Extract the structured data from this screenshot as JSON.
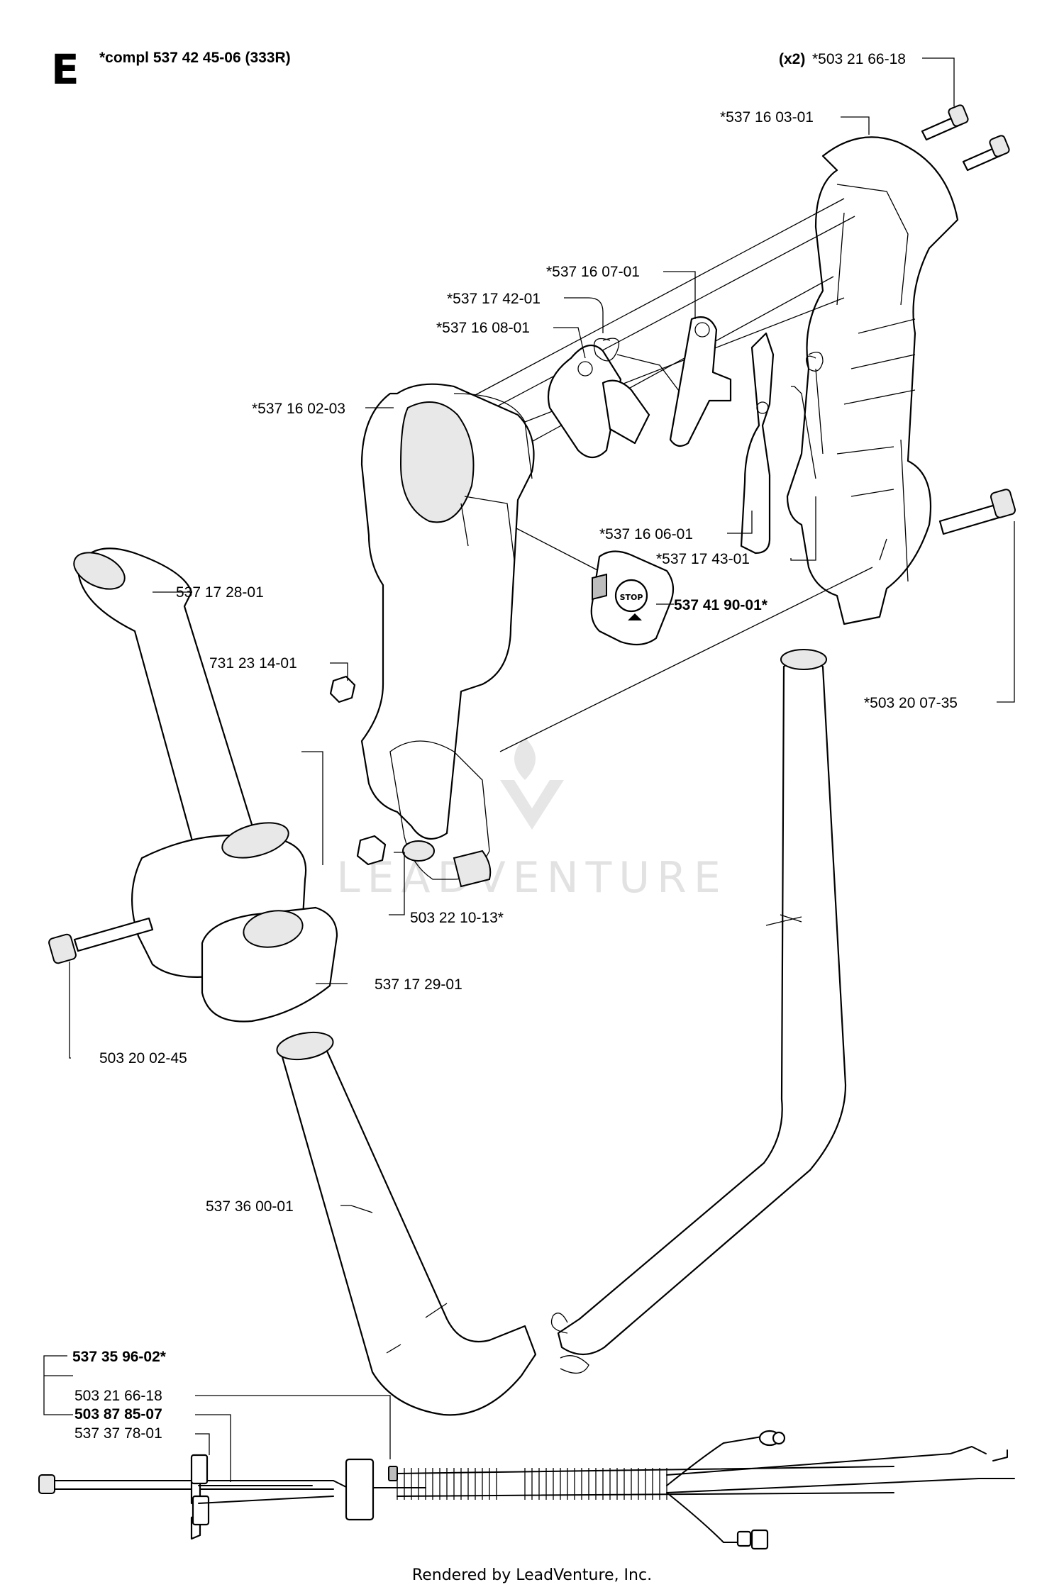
{
  "section_letter": "E",
  "assembly_label": "*compl 537 42 45-06 (333R)",
  "quantity_prefix": "(x2)",
  "switch_text": "STOP",
  "parts": {
    "p_503216618_top": "*503 21 66-18",
    "p_537160301": "*537 16 03-01",
    "p_537160701": "*537 16 07-01",
    "p_537174201": "*537 17 42-01",
    "p_537160801": "*537 16 08-01",
    "p_537160203": "*537 16 02-03",
    "p_537160601": "*537 16 06-01",
    "p_537174301": "*537 17 43-01",
    "p_537419001": "537 41 90-01*",
    "p_537172801": "537 17 28-01",
    "p_731231401": "731 23 14-01",
    "p_503200735": "*503 20 07-35",
    "p_503221013": "503 22 10-13*",
    "p_537172901": "537 17 29-01",
    "p_503200245": "503 20 02-45",
    "p_537360001": "537 36 00-01",
    "p_537359602": "537 35 96-02*",
    "p_503216618_kit": "503 21 66-18",
    "p_503878507": "503 87 85-07",
    "p_537377801": "537 37 78-01"
  },
  "watermark": "LEADVENTURE",
  "footer": "Rendered by LeadVenture, Inc."
}
